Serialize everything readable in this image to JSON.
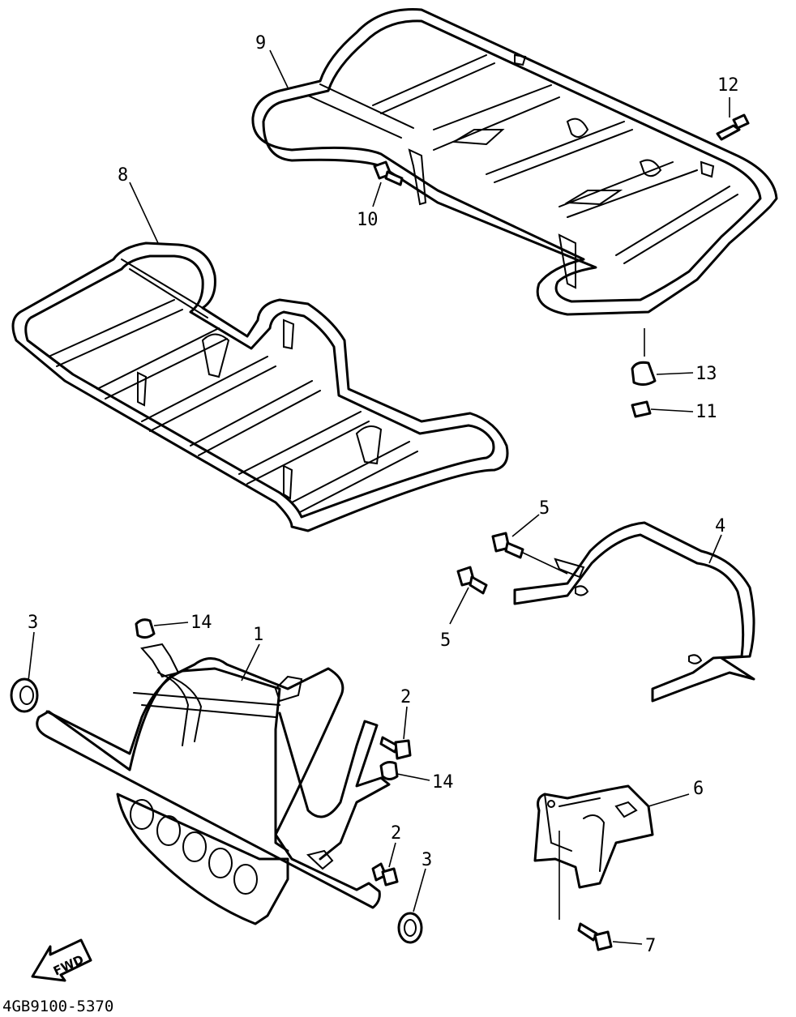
{
  "diagram": {
    "drawing_code": "4GB9100-5370",
    "fwd_label": "FWD",
    "callouts": [
      {
        "id": "c9",
        "text": "9"
      },
      {
        "id": "c12",
        "text": "12"
      },
      {
        "id": "c10",
        "text": "10"
      },
      {
        "id": "c8",
        "text": "8"
      },
      {
        "id": "c13",
        "text": "13"
      },
      {
        "id": "c11",
        "text": "11"
      },
      {
        "id": "c5a",
        "text": "5"
      },
      {
        "id": "c5b",
        "text": "5"
      },
      {
        "id": "c4",
        "text": "4"
      },
      {
        "id": "c3a",
        "text": "3"
      },
      {
        "id": "c14a",
        "text": "14"
      },
      {
        "id": "c1",
        "text": "1"
      },
      {
        "id": "c2a",
        "text": "2"
      },
      {
        "id": "c14b",
        "text": "14"
      },
      {
        "id": "c2b",
        "text": "2"
      },
      {
        "id": "c3b",
        "text": "3"
      },
      {
        "id": "c6",
        "text": "6"
      },
      {
        "id": "c7",
        "text": "7"
      }
    ]
  }
}
